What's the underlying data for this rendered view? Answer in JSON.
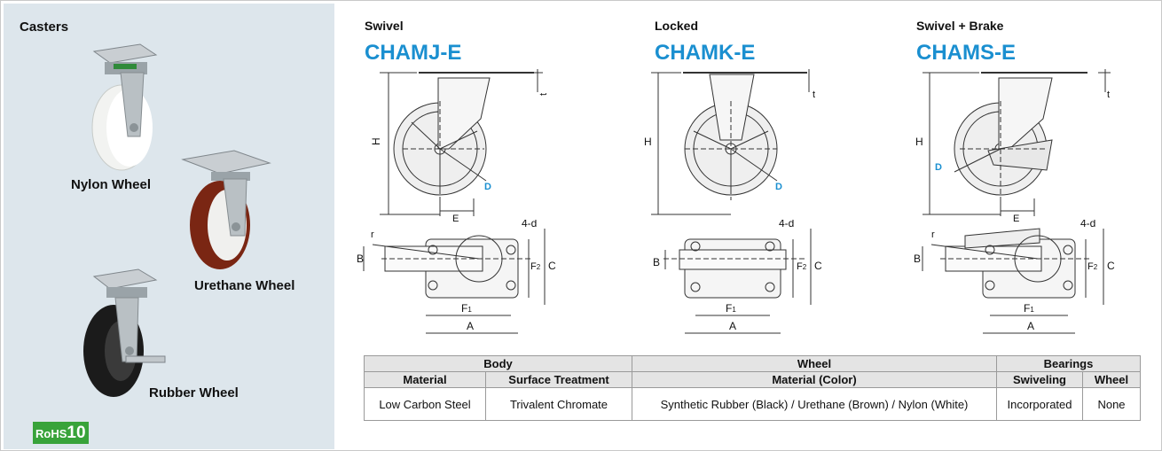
{
  "left_panel": {
    "title": "Casters",
    "wheels": [
      {
        "label": "Nylon Wheel"
      },
      {
        "label": "Urethane Wheel"
      },
      {
        "label": "Rubber Wheel"
      }
    ],
    "rohs": {
      "prefix": "RoHS",
      "number": "10"
    }
  },
  "variants": [
    {
      "type": "Swivel",
      "code": "CHAMJ-E"
    },
    {
      "type": "Locked",
      "code": "CHAMK-E"
    },
    {
      "type": "Swivel + Brake",
      "code": "CHAMS-E"
    }
  ],
  "dimension_labels": {
    "H": "H",
    "t": "t",
    "D": "D",
    "E": "E",
    "r": "r",
    "d": "4-d",
    "B": "B",
    "C": "C",
    "F1": "F",
    "F1_sub": "1",
    "F2": "F",
    "F2_sub": "2",
    "A": "A"
  },
  "table": {
    "groups": [
      "Body",
      "Wheel",
      "Bearings"
    ],
    "headers": [
      "Material",
      "Surface Treatment",
      "Material (Color)",
      "Swiveling",
      "Wheel"
    ],
    "row": [
      "Low Carbon Steel",
      "Trivalent Chromate",
      "Synthetic Rubber (Black) / Urethane (Brown) / Nylon (White)",
      "Incorporated",
      "None"
    ]
  },
  "colors": {
    "accent_blue": "#1a8fd0",
    "panel_bg": "#dde6ec",
    "rohs_green": "#38a33a"
  }
}
